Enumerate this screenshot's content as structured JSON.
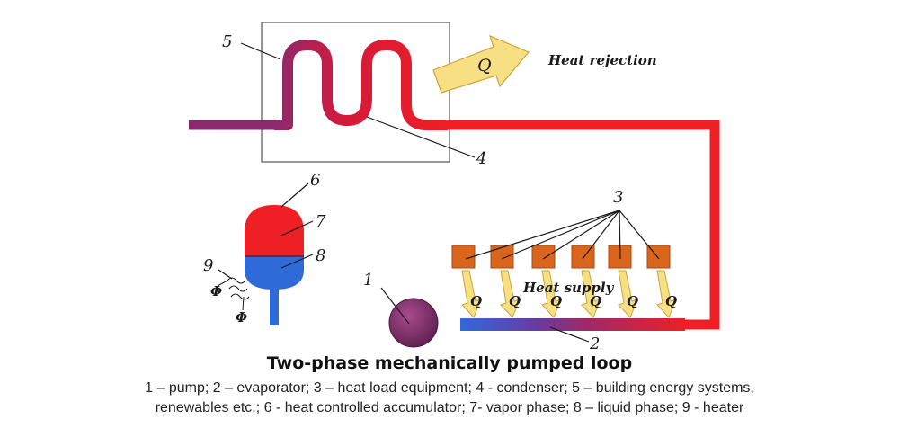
{
  "diagram": {
    "labels": {
      "pump": "1",
      "evaporator": "2",
      "heat_load_equipment": "3",
      "condenser": "4",
      "building_energy_systems": "5",
      "accumulator": "6",
      "vapor_phase": "7",
      "liquid_phase": "8",
      "heater": "9"
    },
    "heat_rejection_text": "Heat rejection",
    "heat_symbol": "Q",
    "heat_supply_text": "Heat supply",
    "heat_input_symbol": "Q",
    "heater_symbol": "Φ",
    "colors": {
      "hot": "#ee1f25",
      "cold": "#2f6ad9",
      "mixed": "#8a2a6e",
      "equipment": "#d9661c",
      "arrow_fill": "#f7df84",
      "arrow_stroke": "#c9a63a",
      "box_stroke": "#555555"
    }
  },
  "caption": {
    "title": "Two-phase mechanically pumped loop",
    "line1": "1 – pump; 2 – evaporator; 3 – heat load equipment; 4 - condenser; 5 – building energy systems,",
    "line2": "renewables etc.; 6 - heat controlled accumulator; 7- vapor phase; 8 – liquid phase; 9 - heater"
  }
}
